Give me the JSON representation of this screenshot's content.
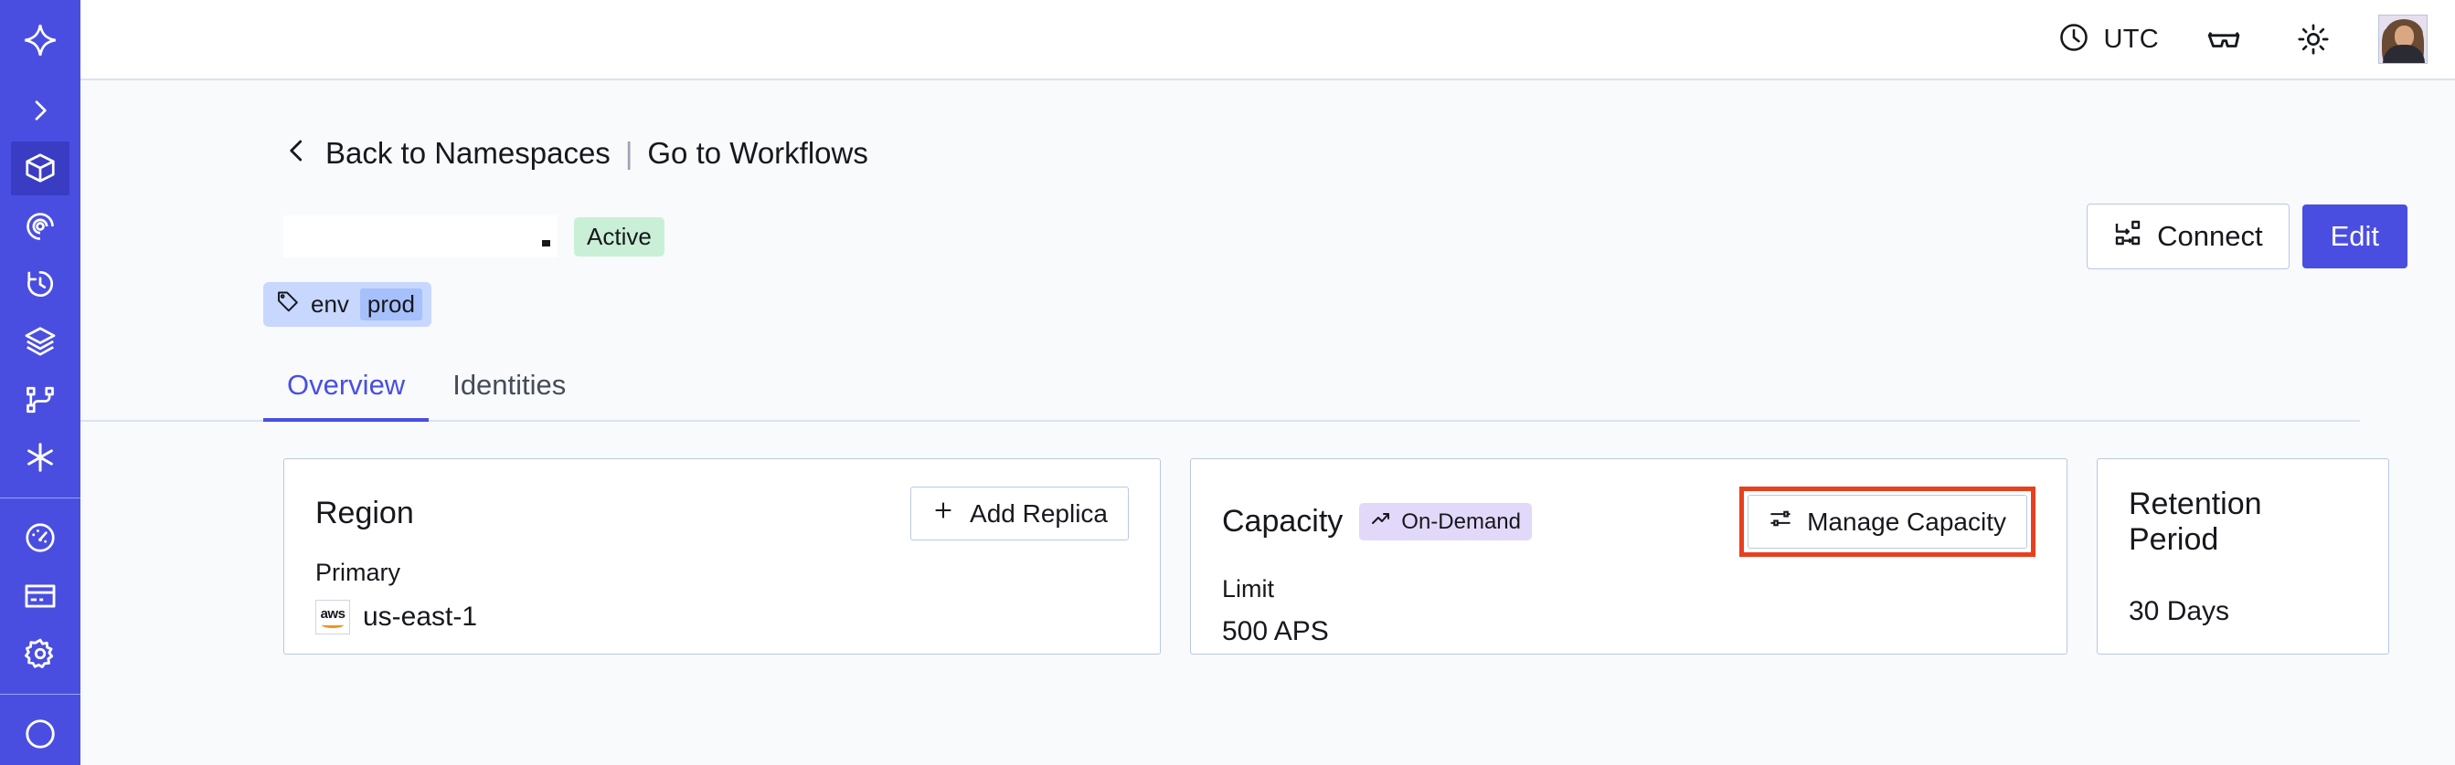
{
  "sidebar": {
    "items": [
      {
        "icon": "temporal-logo-icon",
        "name": "temporal-logo",
        "active": false
      },
      {
        "icon": "chevron-right-icon",
        "name": "expand-sidebar",
        "active": false
      },
      {
        "icon": "cube-icon",
        "name": "namespaces",
        "active": true
      },
      {
        "icon": "spiral-icon",
        "name": "nexus",
        "active": false
      },
      {
        "icon": "timer-icon",
        "name": "schedules",
        "active": false
      },
      {
        "icon": "layers-icon",
        "name": "batch-operations",
        "active": false
      },
      {
        "icon": "git-branch-icon",
        "name": "workflows",
        "active": false
      },
      {
        "icon": "asterisk-icon",
        "name": "integrations",
        "active": false
      },
      {
        "icon": "gauge-icon",
        "name": "usage",
        "active": false
      },
      {
        "icon": "credit-card-icon",
        "name": "billing",
        "active": false
      },
      {
        "icon": "gear-icon",
        "name": "settings",
        "active": false
      }
    ]
  },
  "topbar": {
    "timezone_label": "UTC",
    "timezone_icon": "clock-icon",
    "glasses_icon": "glasses-icon",
    "brightness_icon": "sun-icon",
    "avatar_name": "user-avatar"
  },
  "breadcrumb": {
    "back_icon": "chevron-left-icon",
    "back_label": "Back to Namespaces",
    "separator": "|",
    "forward_label": "Go to Workflows"
  },
  "header": {
    "namespace_title": "",
    "status_badge": "Active",
    "tag": {
      "icon": "tag-icon",
      "key": "env",
      "value": "prod"
    },
    "connect_label": "Connect",
    "connect_icon": "connect-icon",
    "edit_label": "Edit"
  },
  "tabs": [
    {
      "label": "Overview",
      "active": true
    },
    {
      "label": "Identities",
      "active": false
    }
  ],
  "cards": {
    "region": {
      "title": "Region",
      "action_label": "Add Replica",
      "action_icon": "plus-icon",
      "sub_label": "Primary",
      "provider_icon": "aws-logo-icon",
      "provider_text": "aws",
      "value": "us-east-1"
    },
    "capacity": {
      "title": "Capacity",
      "badge_label": "On-Demand",
      "badge_icon": "trend-up-icon",
      "action_label": "Manage Capacity",
      "action_icon": "sliders-icon",
      "highlighted": true,
      "sub_label": "Limit",
      "value": "500 APS"
    },
    "retention": {
      "title": "Retention Period",
      "value": "30 Days"
    }
  },
  "colors": {
    "brand_indigo": "#4a4ee0",
    "sidebar_active": "#3a3dc4",
    "page_bg": "#f8fafc",
    "card_border": "#b9c8e2",
    "status_green": "#c9f0d6",
    "tag_blue": "#c7d7fe",
    "tag_value_blue": "#a6c0fb",
    "badge_purple": "#e2d8fa",
    "highlight_red": "#e8401e"
  }
}
